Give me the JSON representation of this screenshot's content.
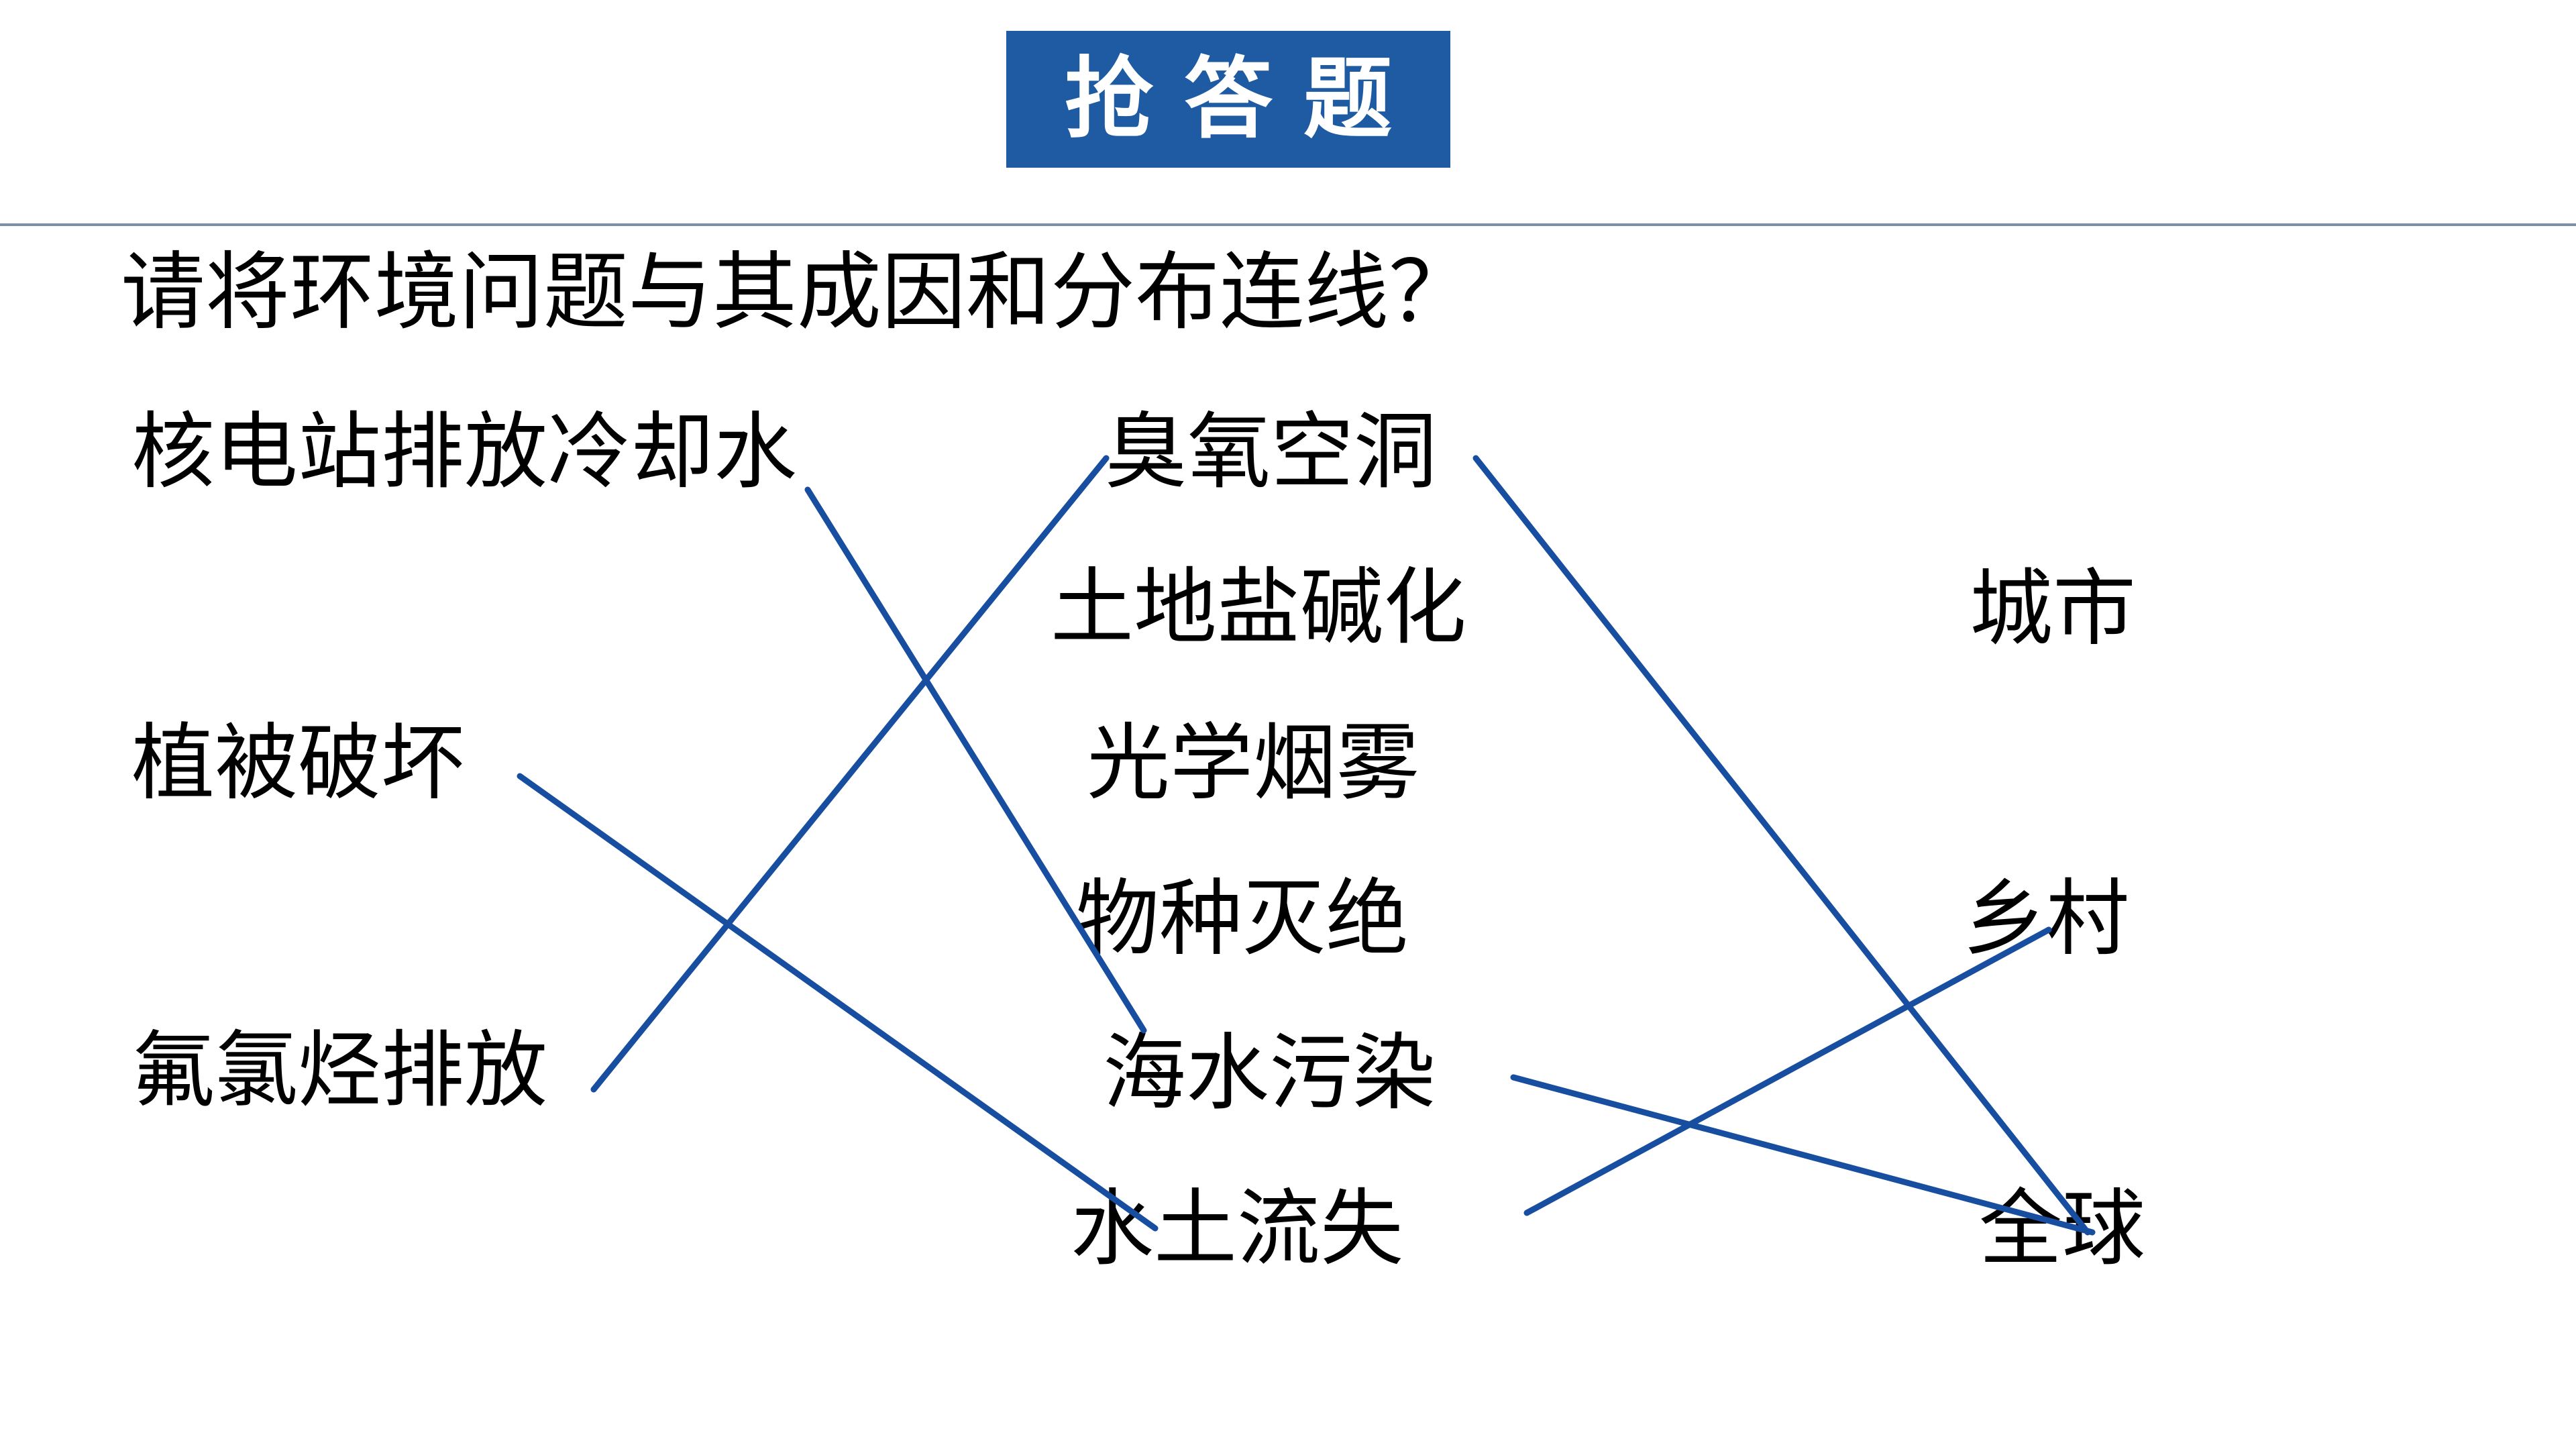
{
  "title": "抢答题",
  "question": "请将环境问题与其成因和分布连线？",
  "causes": [
    "核电站排放冷却水",
    "植被破坏",
    "氟氯烃排放"
  ],
  "problems": [
    "臭氧空洞",
    "土地盐碱化",
    "光学烟雾",
    "物种灭绝",
    "海水污染",
    "水土流失"
  ],
  "regions": [
    "城市",
    "乡村",
    "全球"
  ],
  "colors": {
    "title_bg": "#1f5ba3",
    "line": "#174ea0"
  }
}
